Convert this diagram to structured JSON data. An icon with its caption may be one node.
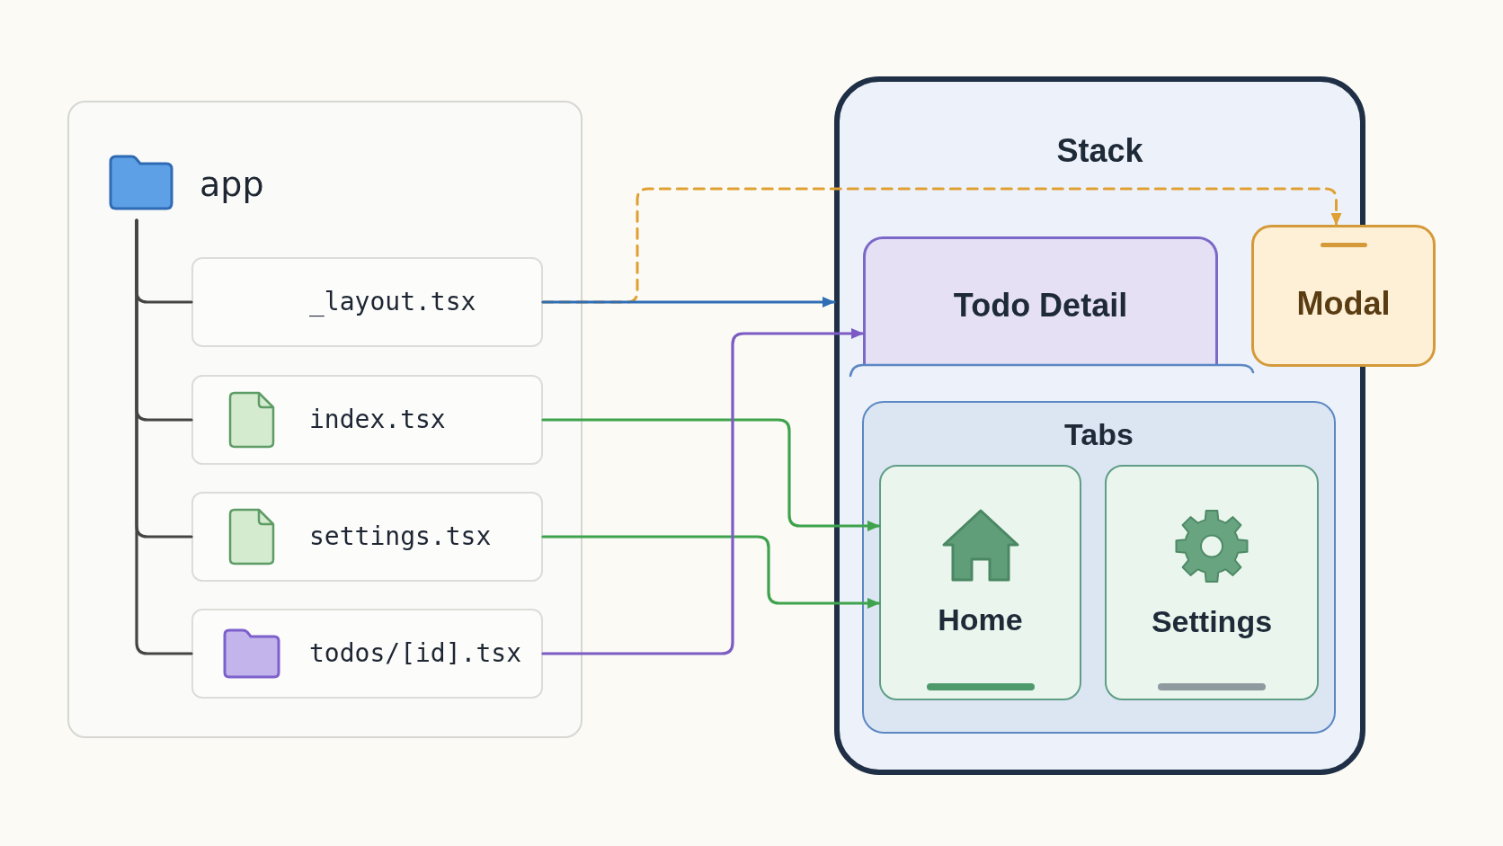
{
  "diagram": {
    "nodes": [
      {
        "text": [],
        "shape": "box"
      },
      {
        "text": [
          "app"
        ],
        "in": 0
      },
      {
        "text": [
          "_layout.tsx"
        ],
        "in": 0
      },
      {
        "text": [
          "index.tsx"
        ],
        "in": 0
      },
      {
        "text": [
          "settings.tsx"
        ],
        "in": 0
      },
      {
        "text": [
          "todos/[id].tsx"
        ],
        "in": 0
      },
      {
        "text": [
          "Stack"
        ]
      },
      {
        "text": [
          "Todo Detail"
        ],
        "in": 6
      },
      {
        "text": [
          "Modal"
        ]
      },
      {
        "text": [
          "Tabs"
        ],
        "in": 6
      },
      {
        "text": [
          "Home"
        ],
        "in": 9
      },
      {
        "text": [
          "Settings"
        ],
        "in": 9
      }
    ],
    "edges": [
      {
        "from": 1,
        "to": 2,
        "arrow": "none"
      },
      {
        "from": 1,
        "to": 3,
        "arrow": "none"
      },
      {
        "from": 1,
        "to": 4,
        "arrow": "none"
      },
      {
        "from": 1,
        "to": 5,
        "arrow": "none"
      },
      {
        "from": 2,
        "to": 6,
        "arrow": "to",
        "color": "#2f6db5"
      },
      {
        "from": 2,
        "to": 8,
        "arrow": "to",
        "style": "dashed",
        "color": "#e0a033"
      },
      {
        "from": 3,
        "to": 10,
        "arrow": "to",
        "color": "#3fa34d"
      },
      {
        "from": 4,
        "to": 10,
        "arrow": "to",
        "color": "#3fa34d"
      },
      {
        "from": 5,
        "to": 7,
        "arrow": "to",
        "color": "#7c5cc4"
      }
    ]
  }
}
